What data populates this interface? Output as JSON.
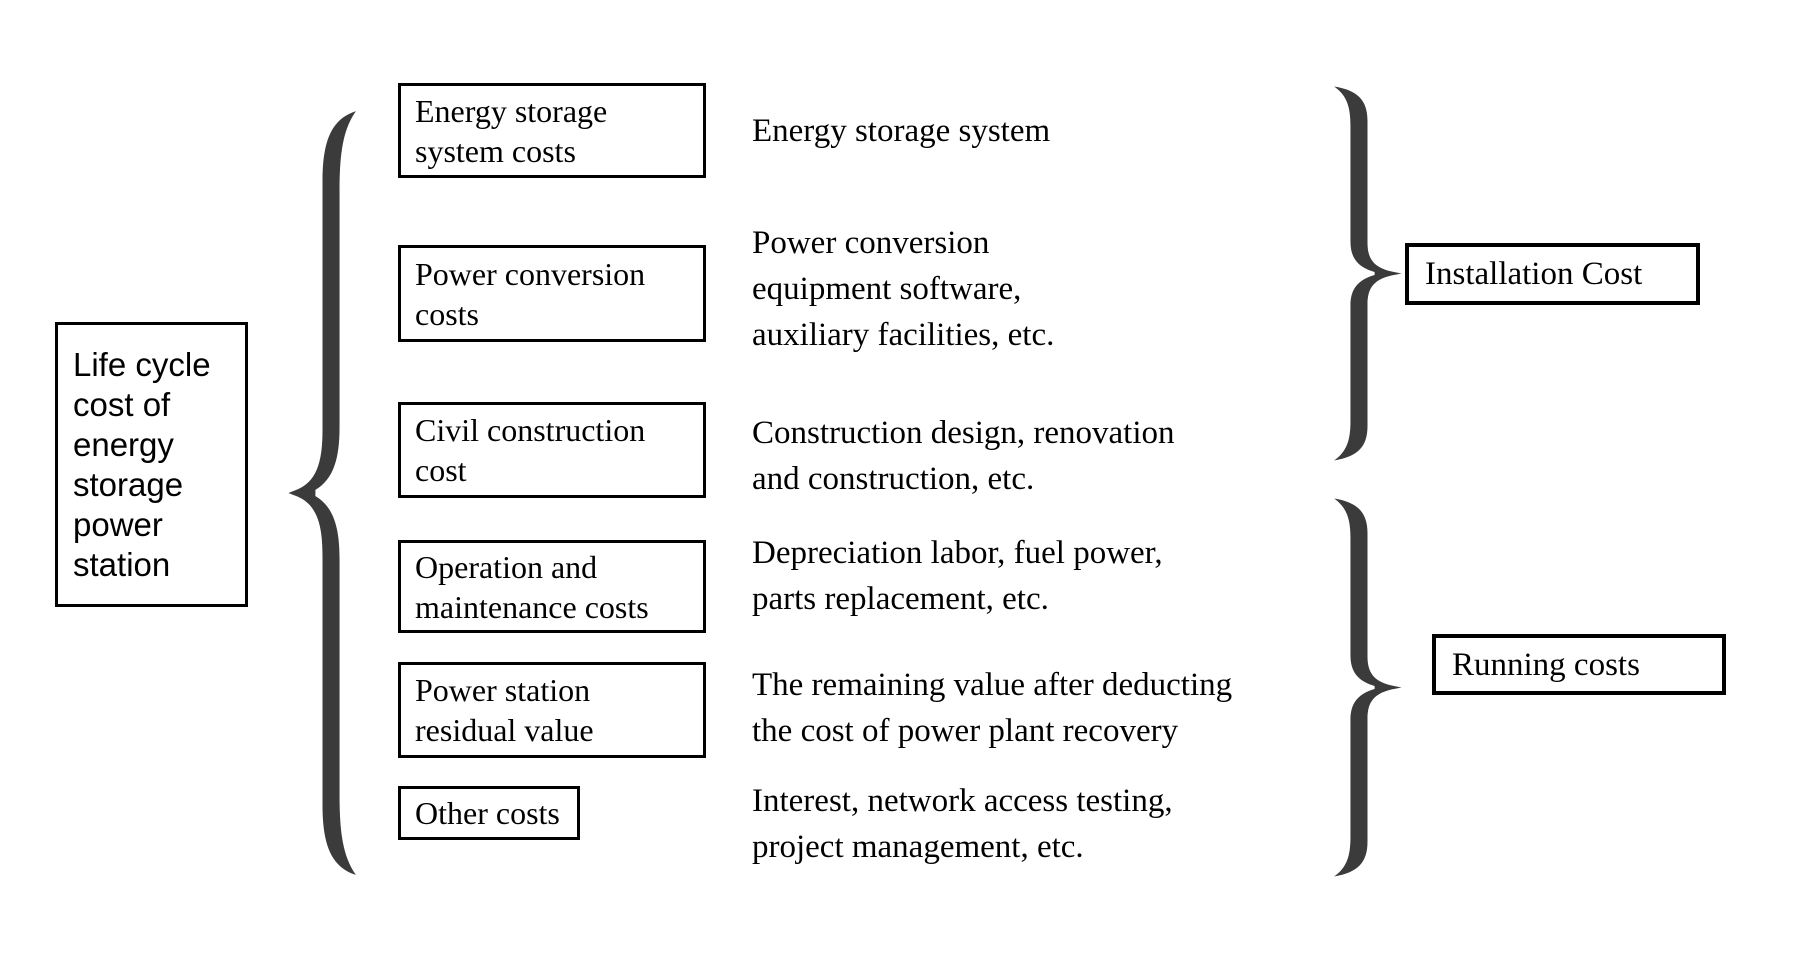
{
  "diagram": {
    "root": {
      "label": "Life cycle\ncost of\nenergy\nstorage\npower\nstation"
    },
    "rows": [
      {
        "box": "Energy storage\nsystem costs",
        "description": "Energy storage system"
      },
      {
        "box": "Power conversion\ncosts",
        "description": "Power conversion\nequipment software,\nauxiliary facilities, etc."
      },
      {
        "box": "Civil construction\ncost",
        "description": "Construction design, renovation\nand construction, etc."
      },
      {
        "box": "Operation and\nmaintenance costs",
        "description": "Depreciation labor, fuel power,\nparts replacement, etc."
      },
      {
        "box": "Power station\nresidual value",
        "description": "The remaining value after deducting\nthe cost of power plant recovery"
      },
      {
        "box": "Other costs",
        "description": "Interest, network access testing,\nproject management, etc."
      }
    ],
    "groups": [
      {
        "label": "Installation Cost"
      },
      {
        "label": "Running costs"
      }
    ],
    "colors": {
      "brace": "#3b3b3b",
      "border": "#000000",
      "text": "#000000",
      "background": "#ffffff"
    }
  }
}
